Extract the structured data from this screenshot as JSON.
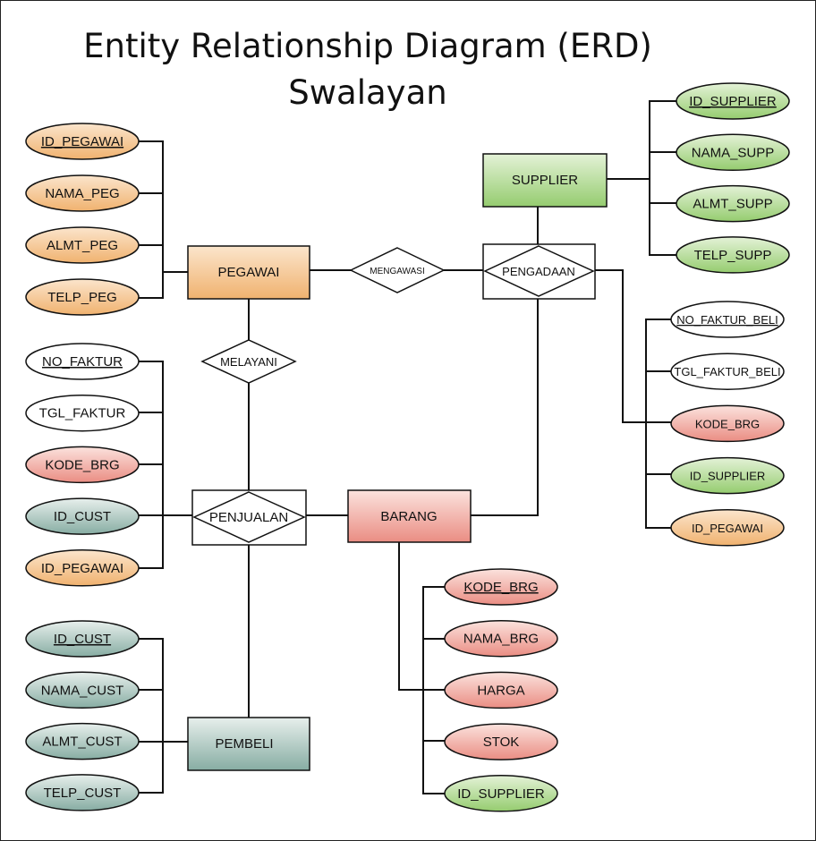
{
  "title": {
    "line1": "Entity Relationship Diagram (ERD)",
    "line2": "Swalayan"
  },
  "colors": {
    "orange": [
      "#fbe5cc",
      "#f0b26f"
    ],
    "green": [
      "#e4f2d7",
      "#95cc6f"
    ],
    "red": [
      "#fbe2dd",
      "#ea8d83"
    ],
    "teal": [
      "#e7efec",
      "#87ada3"
    ],
    "white": [
      "#ffffff",
      "#ffffff"
    ]
  },
  "entities": {
    "supplier": "SUPPLIER",
    "pegawai": "PEGAWAI",
    "barang": "BARANG",
    "pembeli": "PEMBELI"
  },
  "relationships": {
    "mengawasi": "MENGAWASI",
    "pengadaan": "PENGADAAN",
    "melayani": "MELAYANI",
    "penjualan": "PENJUALAN"
  },
  "attributes": {
    "pegawai": [
      {
        "label": "ID_PEGAWAI",
        "key": true,
        "color": "orange"
      },
      {
        "label": "NAMA_PEG",
        "key": false,
        "color": "orange"
      },
      {
        "label": "ALMT_PEG",
        "key": false,
        "color": "orange"
      },
      {
        "label": "TELP_PEG",
        "key": false,
        "color": "orange"
      }
    ],
    "penjualan": [
      {
        "label": "NO_FAKTUR",
        "key": true,
        "color": "white"
      },
      {
        "label": "TGL_FAKTUR",
        "key": false,
        "color": "white"
      },
      {
        "label": "KODE_BRG",
        "key": false,
        "color": "red"
      },
      {
        "label": "ID_CUST",
        "key": false,
        "color": "teal"
      },
      {
        "label": "ID_PEGAWAI",
        "key": false,
        "color": "orange"
      }
    ],
    "pembeli": [
      {
        "label": "ID_CUST",
        "key": true,
        "color": "teal"
      },
      {
        "label": "NAMA_CUST",
        "key": false,
        "color": "teal"
      },
      {
        "label": "ALMT_CUST",
        "key": false,
        "color": "teal"
      },
      {
        "label": "TELP_CUST",
        "key": false,
        "color": "teal"
      }
    ],
    "supplier": [
      {
        "label": "ID_SUPPLIER",
        "key": true,
        "color": "green"
      },
      {
        "label": "NAMA_SUPP",
        "key": false,
        "color": "green"
      },
      {
        "label": "ALMT_SUPP",
        "key": false,
        "color": "green"
      },
      {
        "label": "TELP_SUPP",
        "key": false,
        "color": "green"
      }
    ],
    "pengadaan": [
      {
        "label": "NO_FAKTUR_BELI",
        "key": true,
        "color": "white"
      },
      {
        "label": "TGL_FAKTUR_BELI",
        "key": false,
        "color": "white"
      },
      {
        "label": "KODE_BRG",
        "key": false,
        "color": "red"
      },
      {
        "label": "ID_SUPPLIER",
        "key": false,
        "color": "green"
      },
      {
        "label": "ID_PEGAWAI",
        "key": false,
        "color": "orange"
      }
    ],
    "barang": [
      {
        "label": "KODE_BRG",
        "key": true,
        "color": "red"
      },
      {
        "label": "NAMA_BRG",
        "key": false,
        "color": "red"
      },
      {
        "label": "HARGA",
        "key": false,
        "color": "red"
      },
      {
        "label": "STOK",
        "key": false,
        "color": "red"
      },
      {
        "label": "ID_SUPPLIER",
        "key": false,
        "color": "green"
      }
    ]
  }
}
